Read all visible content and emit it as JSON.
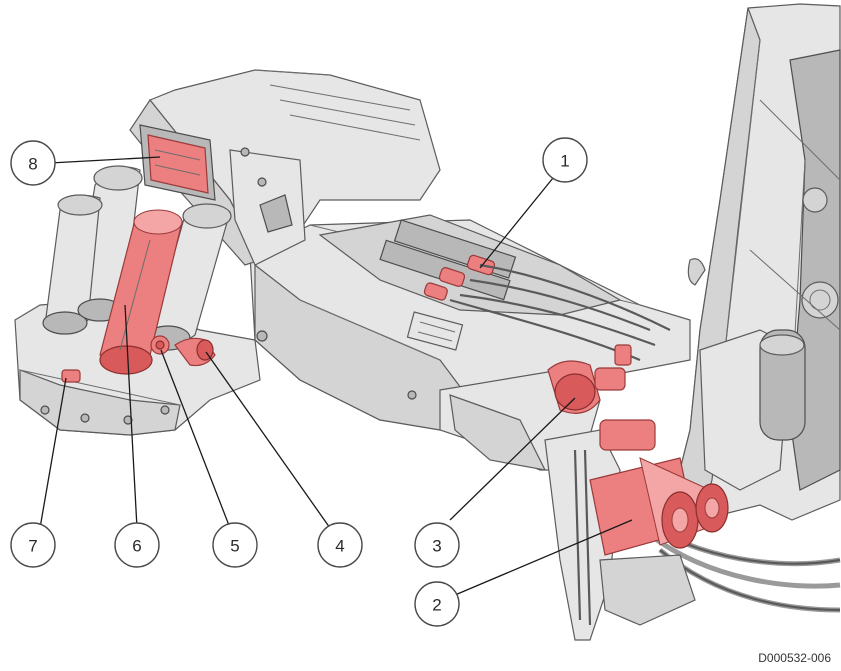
{
  "drawing": {
    "reference_code": "D000532-006",
    "colors": {
      "highlight": "#ec7f7f",
      "body": "#e6e6e6",
      "outline": "#5c5c5c"
    }
  },
  "callouts": [
    {
      "label": "1"
    },
    {
      "label": "2"
    },
    {
      "label": "3"
    },
    {
      "label": "4"
    },
    {
      "label": "5"
    },
    {
      "label": "6"
    },
    {
      "label": "7"
    },
    {
      "label": "8"
    }
  ]
}
